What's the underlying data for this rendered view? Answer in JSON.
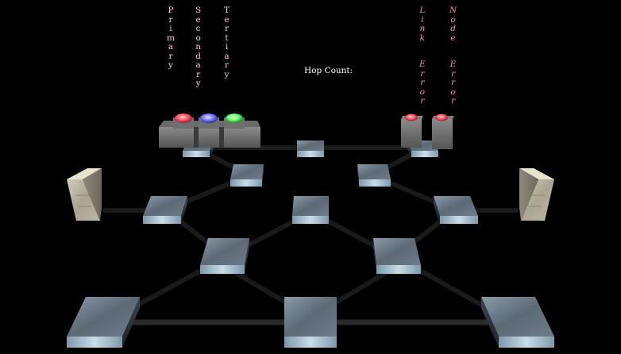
{
  "legend": {
    "primary": "Primary",
    "secondary": "Secondary",
    "tertiary": "Tertiary"
  },
  "errors": {
    "link_word1": "Link",
    "link_word2": "Error",
    "node_word1": "Node",
    "node_word2": "Error"
  },
  "hop_count_label": "Hop Count:",
  "colors": {
    "primary_led": "#ff5a6a",
    "secondary_led": "#7f7fff",
    "tertiary_led": "#69ff6f",
    "error_led": "#ff3a4a",
    "legend_text": "#ffc8d2",
    "error_text": "#ff8da0",
    "hop_text": "#ffffff"
  },
  "icons": {
    "router": "router-block-icon",
    "server": "server-tower-icon",
    "led": "led-icon",
    "link": "network-link-icon"
  }
}
